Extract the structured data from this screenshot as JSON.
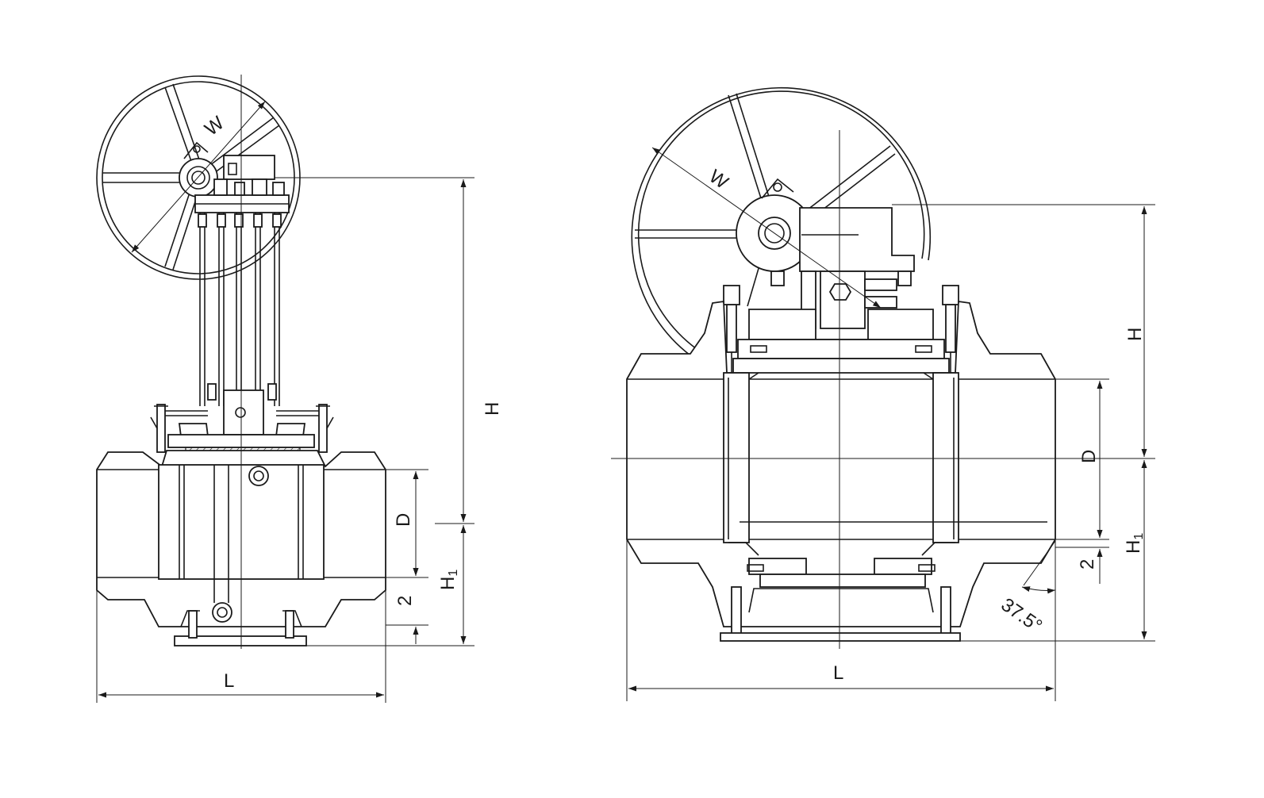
{
  "views": [
    {
      "name": "side-view",
      "labels": {
        "W": "W",
        "H": "H",
        "D": "D",
        "H1": "H1",
        "gap": "2",
        "L": "L"
      }
    },
    {
      "name": "front-view",
      "labels": {
        "W": "W",
        "H": "H",
        "D": "D",
        "H1": "H1",
        "gap": "2",
        "L": "L",
        "angle": "37.5°"
      }
    }
  ]
}
